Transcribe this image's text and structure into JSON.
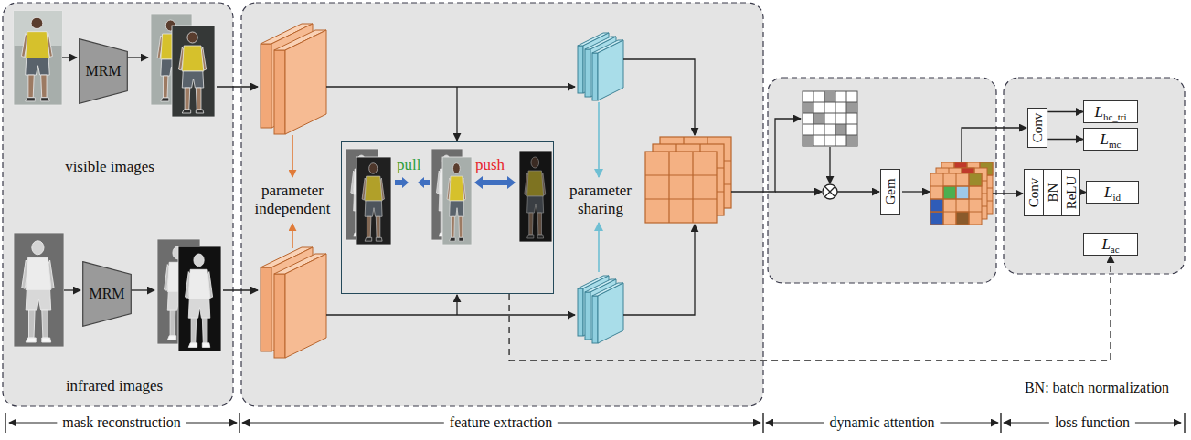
{
  "diagram": {
    "nodes": [
      {
        "text": [
          "MRM"
        ]
      },
      {
        "text": [
          "MRM"
        ]
      },
      {
        "text": [
          "pull",
          "push"
        ]
      },
      {
        "text": [
          "Gem"
        ]
      },
      {
        "text": [
          "Conv"
        ]
      },
      {
        "text": [
          "L",
          "hc_tri"
        ]
      },
      {
        "text": [
          "L",
          "mc"
        ]
      },
      {
        "text": [
          "Conv",
          "BN",
          "ReLU"
        ]
      },
      {
        "text": [
          "L",
          "id"
        ]
      },
      {
        "text": [
          "L",
          "ac"
        ]
      }
    ],
    "edges": [
      {
        "from": 4,
        "to": 5,
        "arrow": "to"
      },
      {
        "from": 4,
        "to": 6,
        "arrow": "to"
      },
      {
        "from": 7,
        "to": 8,
        "arrow": "to"
      },
      {
        "from": 2,
        "to": 9,
        "arrow": "to"
      }
    ],
    "labels": [
      "visible images",
      "infrared images",
      "parameter independent",
      "parameter sharing",
      "BN: batch normalization",
      "mask reconstruction",
      "feature extraction",
      "dynamic attention",
      "loss function"
    ]
  }
}
